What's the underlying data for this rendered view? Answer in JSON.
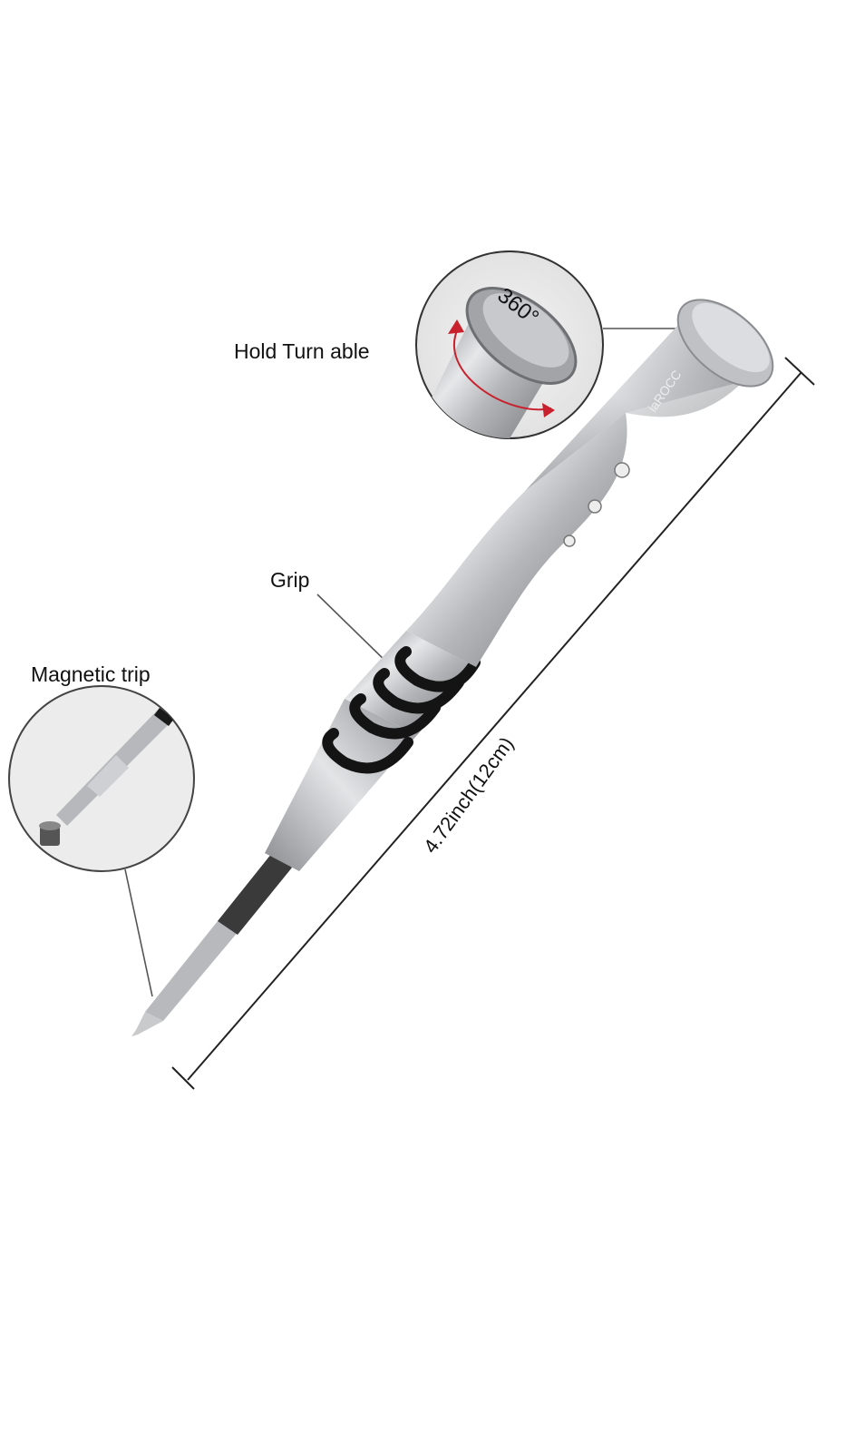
{
  "product": {
    "type": "precision screwdriver",
    "brand_engraving": "iaROCC"
  },
  "callouts": {
    "hold": "Hold Turn able",
    "rotation": "360°",
    "grip": "Grip",
    "magnetic": "Magnetic trip"
  },
  "dimension": {
    "length_label": "4.72inch(12cm)"
  },
  "colors": {
    "background": "#ffffff",
    "metal_light": "#d9dadc",
    "metal_mid": "#a9abae",
    "metal_dark": "#6e7073",
    "ring": "#141414",
    "arrow": "#c8202c",
    "line": "#222222"
  }
}
